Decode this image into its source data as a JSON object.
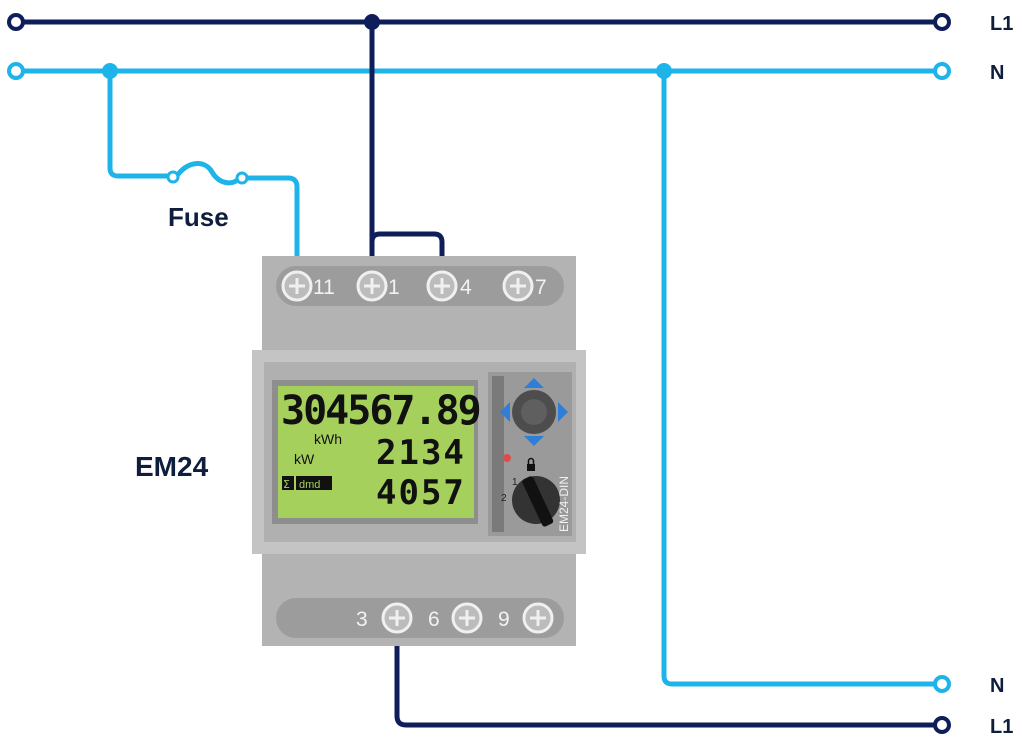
{
  "labels": {
    "l1_top": "L1",
    "n_top": "N",
    "n_bottom": "N",
    "l1_bottom": "L1",
    "fuse": "Fuse",
    "meter": "EM24"
  },
  "meter": {
    "top_terminals": [
      "11",
      "1",
      "4",
      "7"
    ],
    "bottom_terminals": [
      "3",
      "6",
      "9"
    ],
    "display": {
      "row1": "304567.89",
      "row1_unit": "kWh",
      "row2": "2134",
      "row2_unit": "kW",
      "row3": "4057",
      "sigma": "Σ",
      "dmd": "dmd"
    },
    "model_text": "EM24-DIN",
    "selector_positions": [
      "1",
      "2"
    ]
  },
  "colors": {
    "line_l1": "#0f1e5a",
    "line_n": "#1eb4ea",
    "housing": "#b3b3b3",
    "housing_dark": "#9a9a9a",
    "lcd": "#a6d05c",
    "arrows": "#2f7fd8"
  }
}
